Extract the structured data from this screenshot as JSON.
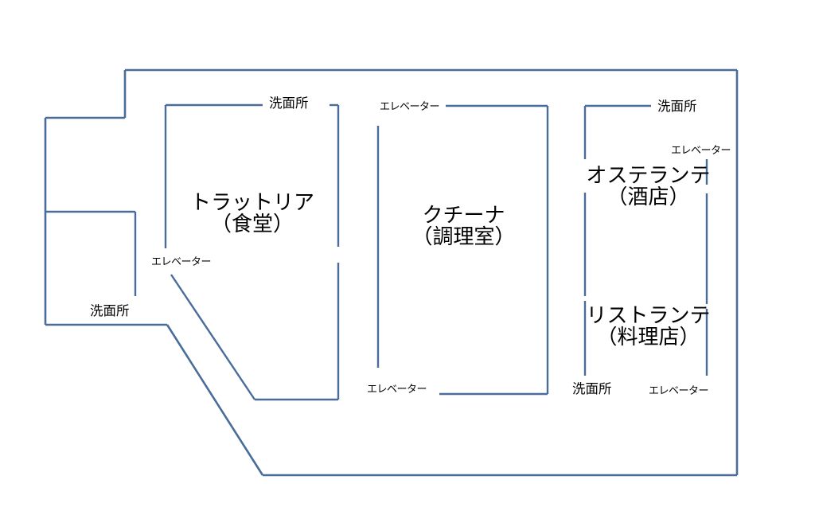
{
  "diagram": {
    "type": "floor-plan",
    "title": "",
    "line_color": "#4a6c9b",
    "background_color": "#ffffff",
    "text_color": "#000000"
  },
  "rooms": [
    {
      "id": "trattoria",
      "name_line1": "トラットリア",
      "name_line2": "（食堂）"
    },
    {
      "id": "cucina",
      "name_line1": "クチーナ",
      "name_line2": "（調理室）"
    },
    {
      "id": "osteria",
      "name_line1": "オステランテ",
      "name_line2": "（酒店）"
    },
    {
      "id": "ristorante",
      "name_line1": "リストランテ",
      "name_line2": "（料理店）"
    }
  ],
  "annotations": {
    "washroom_top_left": "洗面所",
    "washroom_top_right": "洗面所",
    "washroom_left_lower": "洗面所",
    "washroom_bottom_right": "洗面所",
    "elevator_top_center": "エレベーター",
    "elevator_top_right": "エレベーター",
    "elevator_left_mid": "エレベーター",
    "elevator_bottom_center": "エレベーター",
    "elevator_bottom_right": "エレベーター"
  }
}
